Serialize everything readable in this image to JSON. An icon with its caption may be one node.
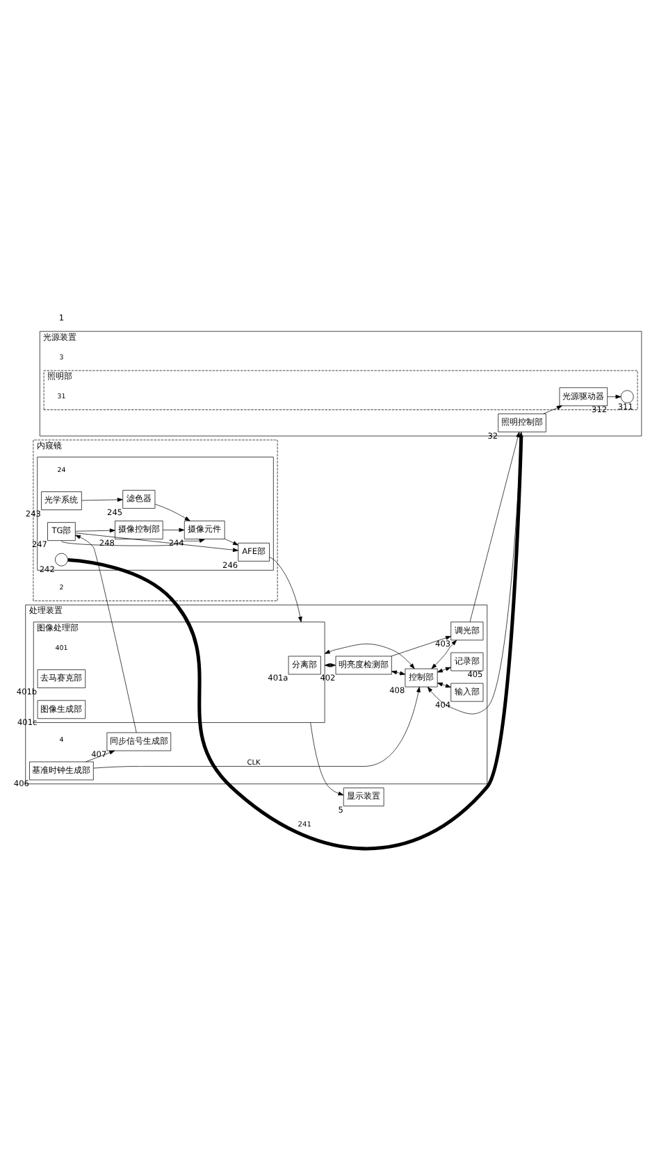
{
  "diagram": {
    "nodes": [
      {
        "text": [
          "显示装置"
        ],
        "beside": [
          "5"
        ]
      },
      {
        "text": [
          "处理装置"
        ],
        "beside": [
          "4"
        ]
      },
      {
        "text": [
          "图像处理部"
        ],
        "in": 1,
        "beside": [
          "401"
        ]
      },
      {
        "text": [
          "分离部"
        ],
        "in": 2,
        "beside": [
          "401a"
        ]
      },
      {
        "text": [
          "去马赛克部"
        ],
        "in": 2,
        "beside": [
          "401b"
        ]
      },
      {
        "text": [
          "图像生成部"
        ],
        "in": 2,
        "beside": [
          "401c"
        ]
      },
      {
        "text": [
          "明亮度检测部"
        ],
        "in": 1,
        "beside": [
          "402"
        ]
      },
      {
        "text": [
          "调光部"
        ],
        "in": 1,
        "beside": [
          "403"
        ]
      },
      {
        "text": [
          "输入部"
        ],
        "in": 1,
        "beside": [
          "404"
        ]
      },
      {
        "text": [
          "记录部"
        ],
        "in": 1,
        "beside": [
          "405"
        ]
      },
      {
        "text": [
          "控制部"
        ],
        "in": 1,
        "beside": [
          "408"
        ]
      },
      {
        "text": [
          "基准时钟生成部"
        ],
        "in": 1,
        "beside": [
          "406"
        ]
      },
      {
        "text": [
          "同步信号生成部"
        ],
        "in": 1,
        "beside": [
          "407"
        ]
      },
      {
        "text": [
          "光源装置"
        ],
        "beside": [
          "3"
        ]
      },
      {
        "text": [
          "照明控制部"
        ],
        "in": 13,
        "beside": [
          "32"
        ]
      },
      {
        "text": [
          "照明部"
        ],
        "in": 13,
        "beside": [
          "31"
        ]
      },
      {
        "text": [
          "光源驱动器"
        ],
        "in": 15,
        "beside": [
          "312"
        ]
      },
      {
        "text": [],
        "shape": "circle",
        "in": 15,
        "beside": [
          "311"
        ]
      },
      {
        "text": [
          "内窥镜"
        ],
        "beside": [
          "2"
        ]
      },
      {
        "text": [],
        "shape": "box",
        "in": 18,
        "beside": [
          "24"
        ]
      },
      {
        "text": [
          "AFE部"
        ],
        "in": 19,
        "beside": [
          "246"
        ]
      },
      {
        "text": [
          "TG部"
        ],
        "in": 19,
        "beside": [
          "247"
        ]
      },
      {
        "text": [
          "摄像控制部"
        ],
        "in": 19,
        "beside": [
          "248"
        ]
      },
      {
        "text": [
          "摄像元件"
        ],
        "in": 19,
        "beside": [
          "244"
        ]
      },
      {
        "text": [
          "滤色器"
        ],
        "in": 19,
        "beside": [
          "245"
        ]
      },
      {
        "text": [
          "光学系统"
        ],
        "in": 19,
        "beside": [
          "243"
        ]
      },
      {
        "text": [],
        "shape": "circle",
        "in": 19,
        "beside": [
          "242"
        ]
      }
    ],
    "edges": [
      {
        "from": 2,
        "to": 0,
        "arrow": "to"
      },
      {
        "from": 2,
        "to": 6,
        "arrow": "both"
      },
      {
        "from": 6,
        "to": 10,
        "arrow": "both"
      },
      {
        "from": 6,
        "to": 7,
        "arrow": "to"
      },
      {
        "from": 2,
        "to": 10,
        "arrow": "both"
      },
      {
        "from": 7,
        "to": 10,
        "arrow": "both"
      },
      {
        "from": 8,
        "to": 10,
        "arrow": "both"
      },
      {
        "from": 9,
        "to": 10,
        "arrow": "both"
      },
      {
        "from": 7,
        "to": 14,
        "arrow": "to"
      },
      {
        "from": 10,
        "to": 14,
        "arrow": "both"
      },
      {
        "from": 11,
        "to": 10,
        "arrow": "to",
        "label": "CLK"
      },
      {
        "from": 11,
        "to": 12,
        "arrow": "to"
      },
      {
        "from": 12,
        "to": 21,
        "arrow": "to"
      },
      {
        "from": 20,
        "to": 2,
        "arrow": "to"
      },
      {
        "from": 14,
        "to": 16,
        "arrow": "to"
      },
      {
        "from": 16,
        "to": 17,
        "arrow": "to"
      },
      {
        "from": 21,
        "to": 20,
        "arrow": "to"
      },
      {
        "from": 21,
        "to": 22,
        "arrow": "to"
      },
      {
        "from": 21,
        "to": 23,
        "arrow": "to"
      },
      {
        "from": 22,
        "to": 23,
        "arrow": "to"
      },
      {
        "from": 25,
        "to": 24,
        "arrow": "to"
      },
      {
        "from": 24,
        "to": 23,
        "arrow": "to"
      },
      {
        "from": 23,
        "to": 20,
        "arrow": "to"
      },
      {
        "from": 13,
        "to": 26,
        "arrow": "none",
        "style": "thick",
        "label": "241"
      }
    ],
    "labels": [
      "1"
    ]
  }
}
